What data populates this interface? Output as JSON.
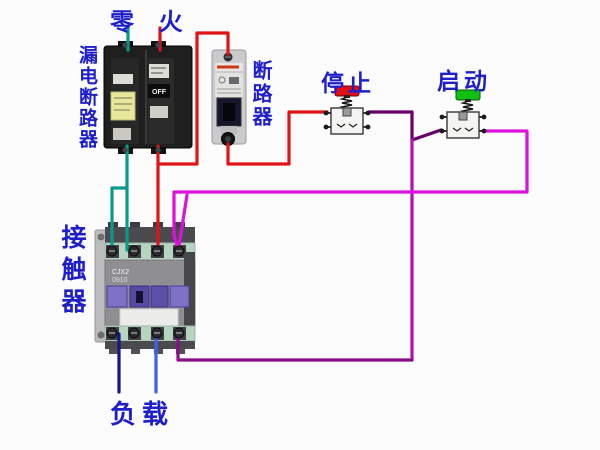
{
  "labels": {
    "neutral_live": "零 火",
    "leakage_breaker": "漏电断路器",
    "breaker": "断路器",
    "stop": "停止",
    "start": "启动",
    "contactor": "接触器",
    "load": "负载"
  },
  "device_text": {
    "toggle_off": "OFF",
    "contactor_model": "CJX2",
    "contactor_spec": "0910"
  },
  "colors": {
    "label_blue": "#1e1ecb",
    "neutral_wire": "#0a9a8a",
    "live_wire": "#e01414",
    "stop_link": "#6a006a",
    "hold_link": "#b411b4",
    "coil_return": "#8a0d8a",
    "start_loop": "#dc12dc",
    "load_neutral": "#161685",
    "load_live": "#4060e8",
    "stop_cap": "#e01010",
    "start_cap": "#12c012"
  }
}
